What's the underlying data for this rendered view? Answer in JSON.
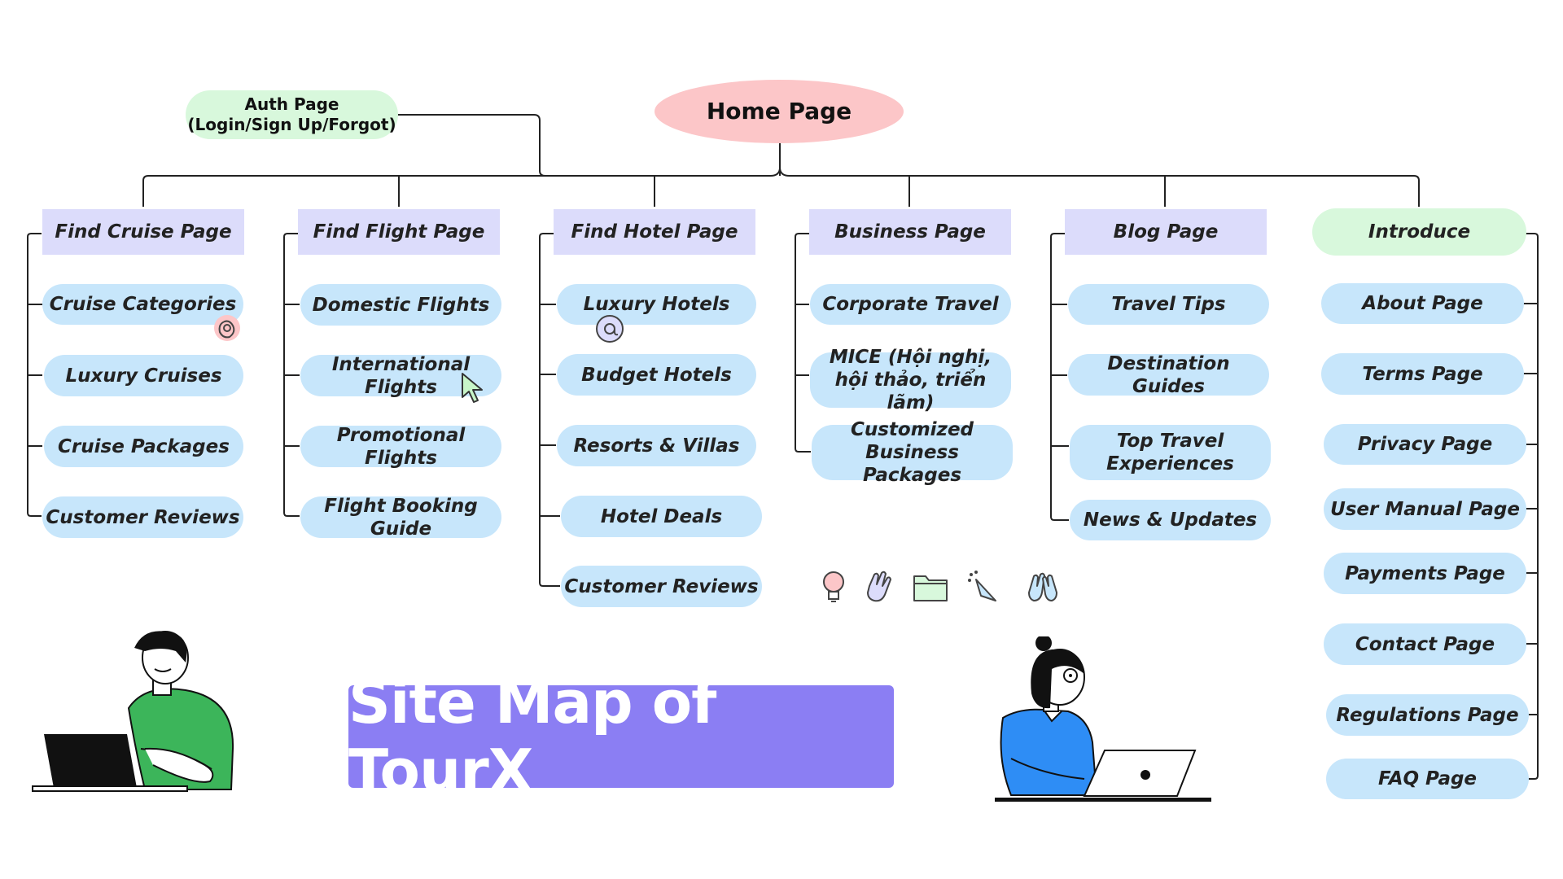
{
  "home": "Home Page",
  "auth": {
    "line1": "Auth Page",
    "line2": "(Login/Sign Up/Forgot)"
  },
  "columns": [
    {
      "header": "Find Cruise Page",
      "items": [
        "Cruise Categories",
        "Luxury Cruises",
        "Cruise Packages",
        "Customer Reviews"
      ]
    },
    {
      "header": "Find Flight Page",
      "items": [
        "Domestic Flights",
        "International Flights",
        "Promotional Flights",
        "Flight Booking Guide"
      ]
    },
    {
      "header": "Find Hotel Page",
      "items": [
        "Luxury Hotels",
        "Budget Hotels",
        "Resorts & Villas",
        "Hotel Deals",
        "Customer Reviews"
      ]
    },
    {
      "header": "Business Page",
      "items": [
        "Corporate Travel",
        "MICE (Hội nghị, hội thảo, triển lãm)",
        "Customized Business Packages"
      ]
    },
    {
      "header": "Blog Page",
      "items": [
        "Travel Tips",
        "Destination Guides",
        "Top Travel Experiences",
        "News & Updates"
      ]
    },
    {
      "header": "Introduce",
      "items": [
        "About Page",
        "Terms Page",
        "Privacy Page",
        "User Manual Page",
        "Payments Page",
        "Contact Page",
        "Regulations Page",
        "FAQ Page"
      ]
    }
  ],
  "title": "Site Map of TourX",
  "colors": {
    "pill": "#c7e6fb",
    "header": "#dcdcfb",
    "green": "#d8f8dc",
    "home": "#fcc6c8",
    "title": "#8b7ef3"
  },
  "icons": [
    "lightbulb-icon",
    "waving-hand-icon",
    "folder-icon",
    "party-popper-icon",
    "high-five-icon",
    "at-sign-icon",
    "ok-hand-icon",
    "cursor-icon"
  ]
}
